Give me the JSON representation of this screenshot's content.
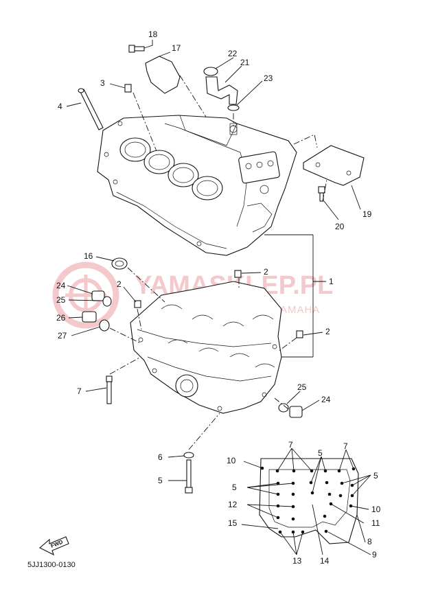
{
  "watermark": {
    "brand": "YAMASKLEP.PL",
    "subtitle": "WORLD · DEALER YAMAHA",
    "color": "#f3c9cb"
  },
  "diagram_code": "5JJ1300-0130",
  "fwd_label": "FWD",
  "callouts": [
    {
      "id": "c18",
      "label": "18"
    },
    {
      "id": "c17",
      "label": "17"
    },
    {
      "id": "c22",
      "label": "22"
    },
    {
      "id": "c21",
      "label": "21"
    },
    {
      "id": "c3",
      "label": "3"
    },
    {
      "id": "c23",
      "label": "23"
    },
    {
      "id": "c4",
      "label": "4"
    },
    {
      "id": "c19",
      "label": "19"
    },
    {
      "id": "c20",
      "label": "20"
    },
    {
      "id": "c16",
      "label": "16"
    },
    {
      "id": "c2a",
      "label": "2"
    },
    {
      "id": "c1",
      "label": "1"
    },
    {
      "id": "c24a",
      "label": "24"
    },
    {
      "id": "c2b",
      "label": "2"
    },
    {
      "id": "c25a",
      "label": "25"
    },
    {
      "id": "c26",
      "label": "26"
    },
    {
      "id": "c2c",
      "label": "2"
    },
    {
      "id": "c27",
      "label": "27"
    },
    {
      "id": "c7a",
      "label": "7"
    },
    {
      "id": "c25b",
      "label": "25"
    },
    {
      "id": "c24b",
      "label": "24"
    },
    {
      "id": "c6",
      "label": "6"
    },
    {
      "id": "c5a",
      "label": "5"
    },
    {
      "id": "c7b",
      "label": "7"
    },
    {
      "id": "c5b",
      "label": "5"
    },
    {
      "id": "c7c",
      "label": "7"
    },
    {
      "id": "c10a",
      "label": "10"
    },
    {
      "id": "c5c",
      "label": "5"
    },
    {
      "id": "c5d",
      "label": "5"
    },
    {
      "id": "c12",
      "label": "12"
    },
    {
      "id": "c10b",
      "label": "10"
    },
    {
      "id": "c11",
      "label": "11"
    },
    {
      "id": "c15",
      "label": "15"
    },
    {
      "id": "c8",
      "label": "8"
    },
    {
      "id": "c9",
      "label": "9"
    },
    {
      "id": "c13",
      "label": "13"
    },
    {
      "id": "c14",
      "label": "14"
    }
  ]
}
